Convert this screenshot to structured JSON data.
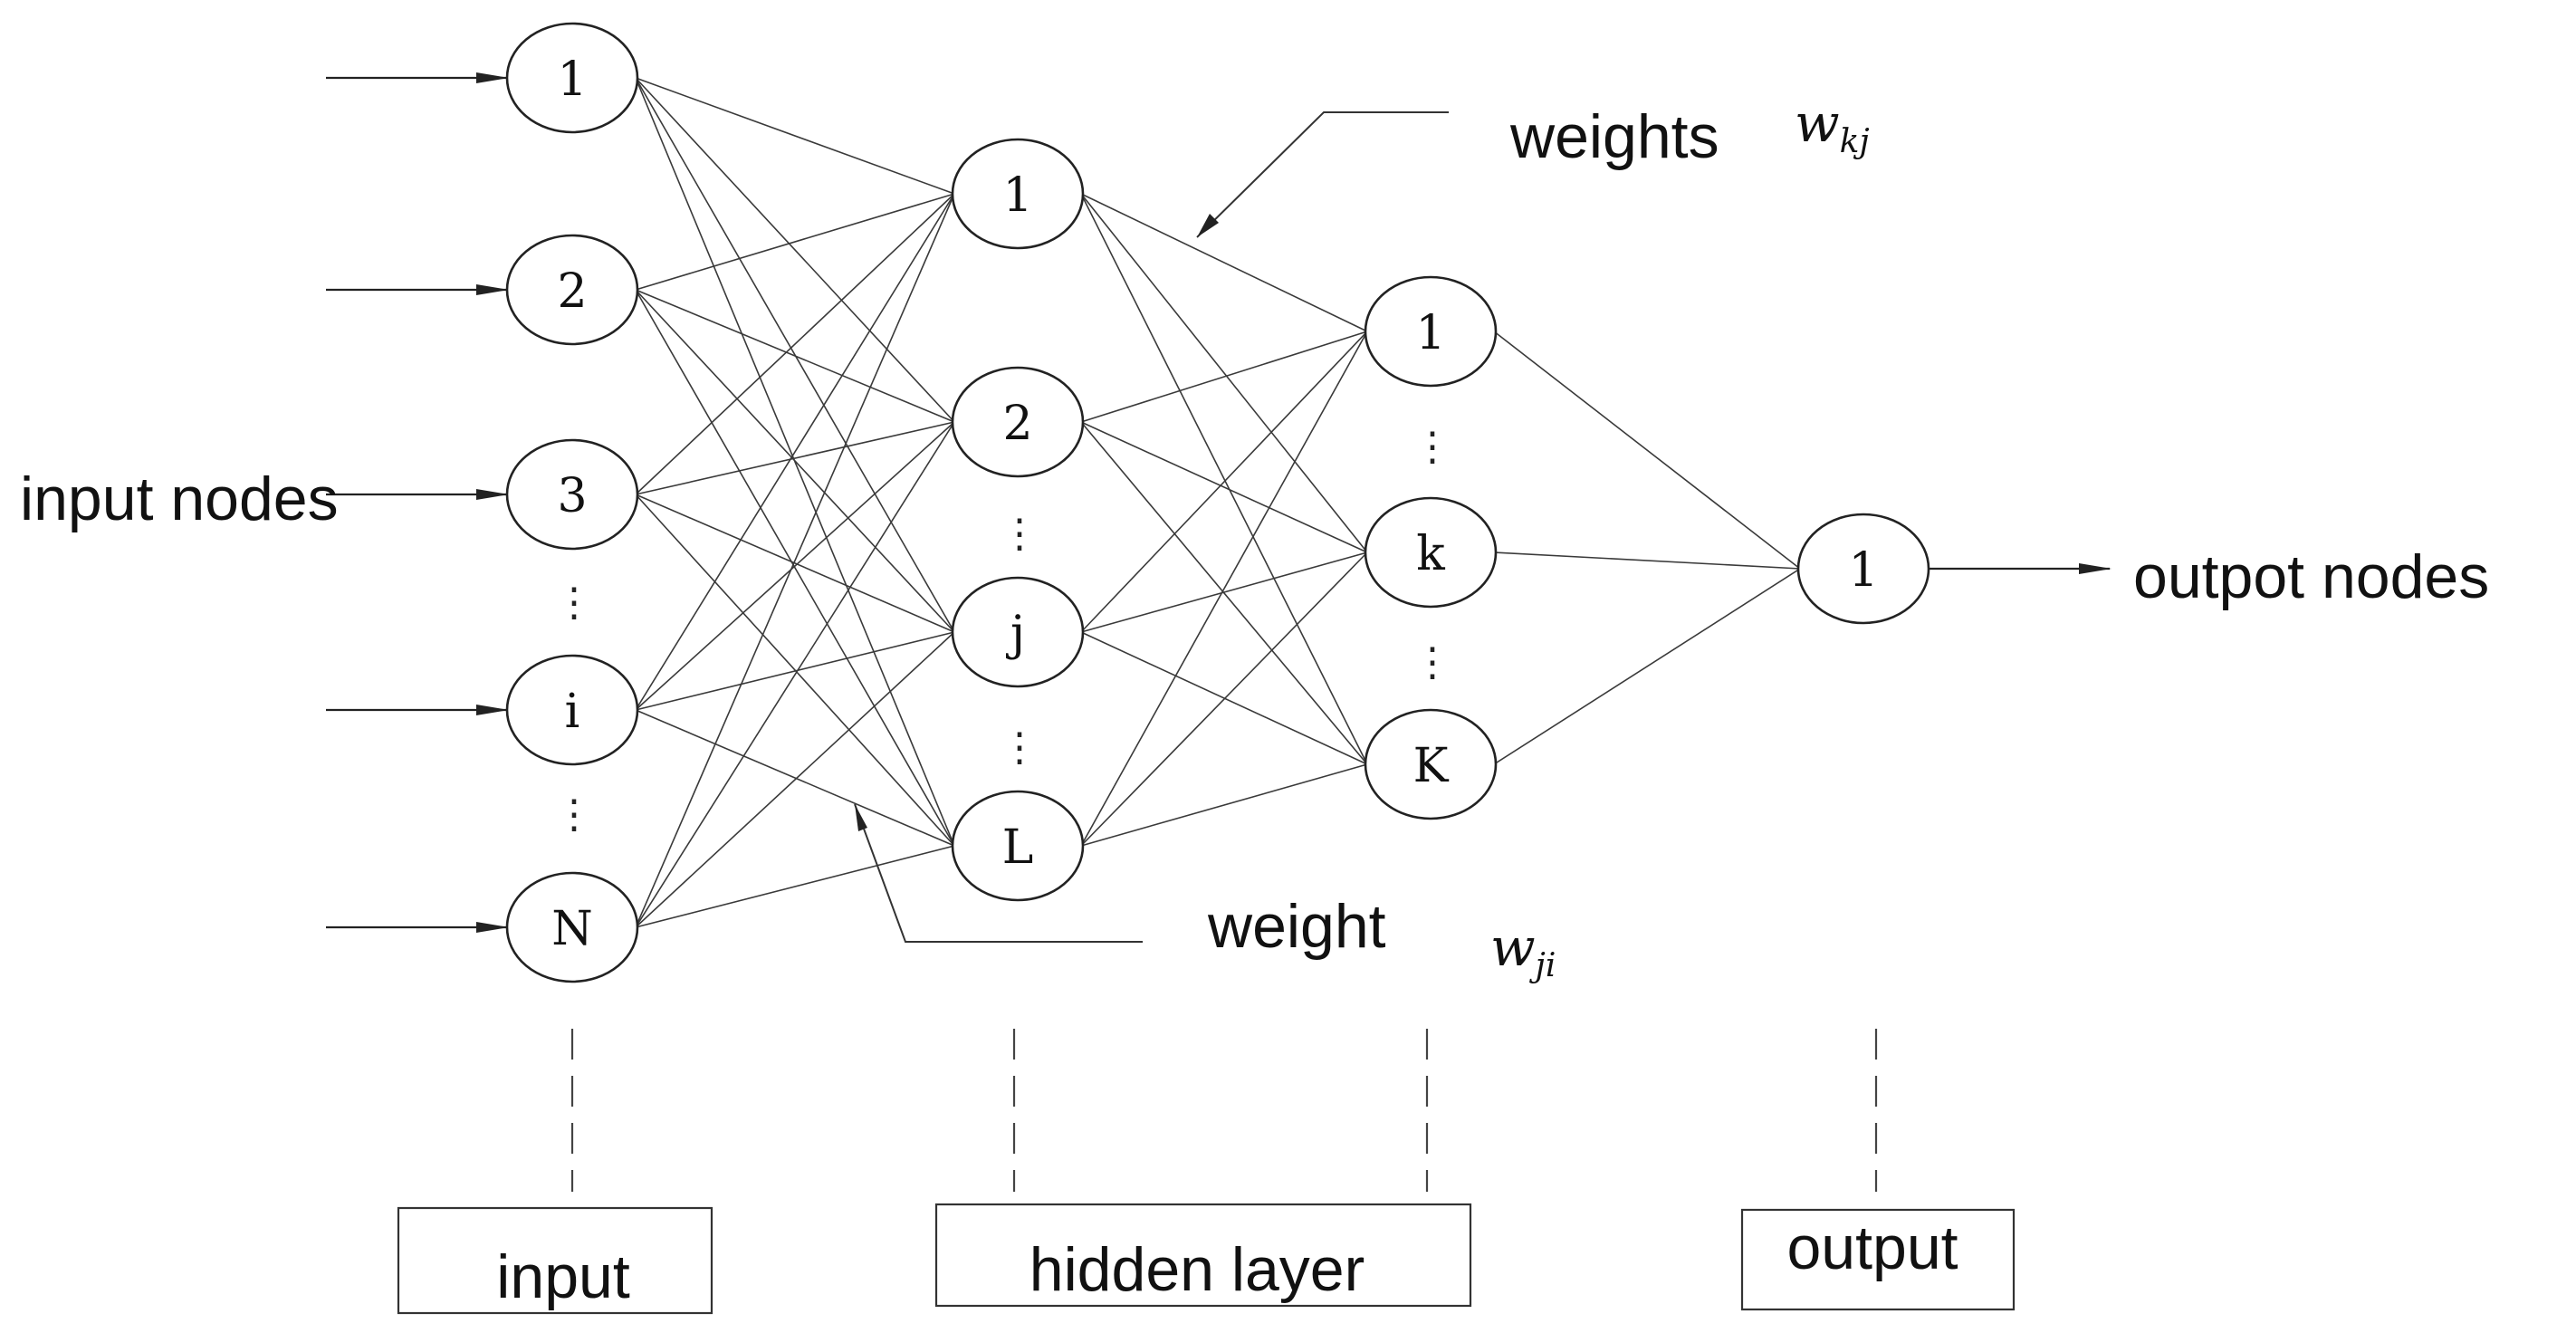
{
  "labels": {
    "input_nodes": "input nodes",
    "output_nodes": "outpot nodes",
    "weights_kj": "weights",
    "weights_kj_symbol": "w",
    "weights_kj_subscript": "kj",
    "weight_ji": "weight",
    "weight_ji_symbol": "w",
    "weight_ji_subscript": "ji"
  },
  "layers": {
    "input": {
      "box_label": "input",
      "nodes": [
        "1",
        "2",
        "3",
        "i",
        "N"
      ]
    },
    "hidden1": {
      "box_label": "hidden layer",
      "nodes": [
        "1",
        "2",
        "j",
        "L"
      ]
    },
    "hidden2": {
      "nodes": [
        "1",
        "k",
        "K"
      ]
    },
    "output": {
      "box_label": "output",
      "nodes": [
        "1"
      ]
    }
  },
  "ellipsis": "⋮"
}
